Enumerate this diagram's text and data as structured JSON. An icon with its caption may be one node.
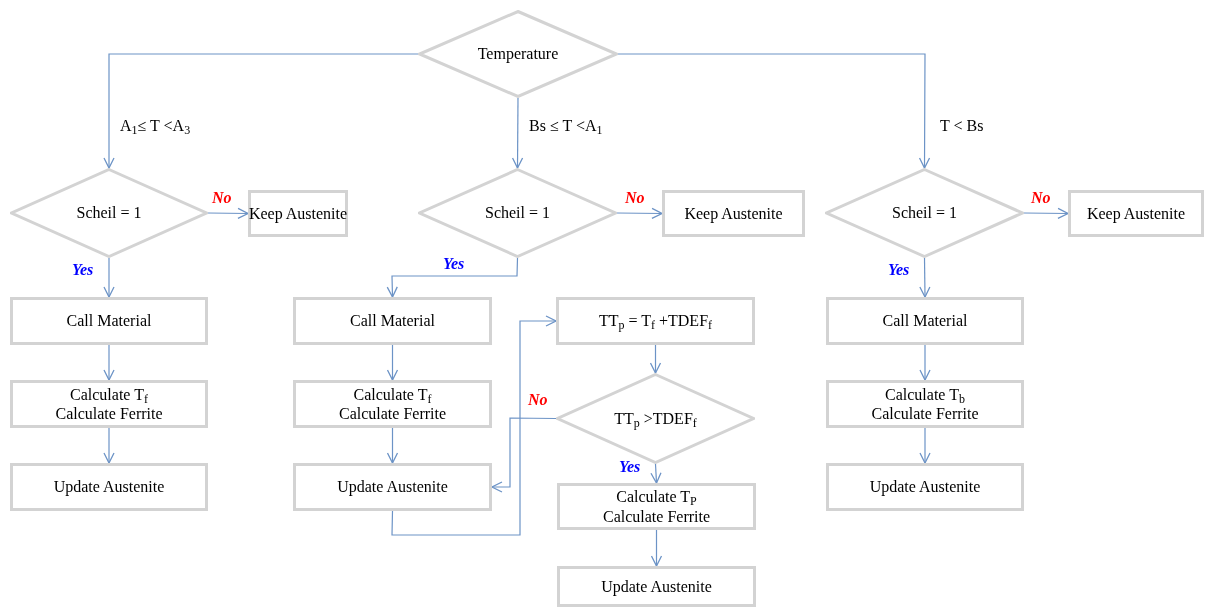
{
  "diagram": {
    "nodes": [
      {
        "text": [
          "Temperature"
        ]
      },
      {
        "text": [
          "Scheil = 1"
        ]
      },
      {
        "text": [
          "Keep Austenite"
        ]
      },
      {
        "text": [
          "Call Material"
        ]
      },
      {
        "text": [
          "Calculate T$_{f}$",
          "Calculate Ferrite"
        ]
      },
      {
        "text": [
          "Update Austenite"
        ]
      },
      {
        "text": [
          "Scheil = 1"
        ]
      },
      {
        "text": [
          "Keep Austenite"
        ]
      },
      {
        "text": [
          "Call Material"
        ]
      },
      {
        "text": [
          "Calculate T$_{f}$",
          "Calculate Ferrite"
        ]
      },
      {
        "text": [
          "Update Austenite"
        ]
      },
      {
        "text": [
          "TT$_{p}$ = T$_{f}$ +TDEF$_{f}$"
        ]
      },
      {
        "text": [
          "TT$_{p}$ >TDEF$_{f}$"
        ]
      },
      {
        "text": [
          "Calculate T$_{P}$",
          "Calculate Ferrite"
        ]
      },
      {
        "text": [
          "Update Austenite"
        ]
      },
      {
        "text": [
          "Scheil = 1"
        ]
      },
      {
        "text": [
          "Keep Austenite"
        ]
      },
      {
        "text": [
          "Call Material"
        ]
      },
      {
        "text": [
          "Calculate T$_{b}$",
          "Calculate Ferrite"
        ]
      },
      {
        "text": [
          "Update Austenite"
        ]
      }
    ],
    "edges": [
      {
        "from": 0,
        "to": 1,
        "arrow": "to",
        "label": "A$_{1}$≤ T <A$_{3}$"
      },
      {
        "from": 0,
        "to": 6,
        "arrow": "to",
        "label": "Bs ≤ T <A$_{1}$"
      },
      {
        "from": 0,
        "to": 15,
        "arrow": "to",
        "label": "T < Bs"
      },
      {
        "from": 1,
        "to": 2,
        "arrow": "to",
        "label": "No"
      },
      {
        "from": 1,
        "to": 3,
        "arrow": "to",
        "label": "Yes"
      },
      {
        "from": 3,
        "to": 4,
        "arrow": "to"
      },
      {
        "from": 4,
        "to": 5,
        "arrow": "to"
      },
      {
        "from": 6,
        "to": 7,
        "arrow": "to",
        "label": "No"
      },
      {
        "from": 6,
        "to": 8,
        "arrow": "to",
        "label": "Yes"
      },
      {
        "from": 8,
        "to": 9,
        "arrow": "to"
      },
      {
        "from": 9,
        "to": 10,
        "arrow": "to"
      },
      {
        "from": 10,
        "to": 11,
        "arrow": "to"
      },
      {
        "from": 11,
        "to": 12,
        "arrow": "to"
      },
      {
        "from": 12,
        "to": 10,
        "arrow": "to",
        "label": "No"
      },
      {
        "from": 12,
        "to": 13,
        "arrow": "to",
        "label": "Yes"
      },
      {
        "from": 13,
        "to": 14,
        "arrow": "to"
      },
      {
        "from": 15,
        "to": 16,
        "arrow": "to",
        "label": "No"
      },
      {
        "from": 15,
        "to": 17,
        "arrow": "to",
        "label": "Yes"
      },
      {
        "from": 17,
        "to": 18,
        "arrow": "to"
      },
      {
        "from": 18,
        "to": 19,
        "arrow": "to"
      }
    ]
  }
}
